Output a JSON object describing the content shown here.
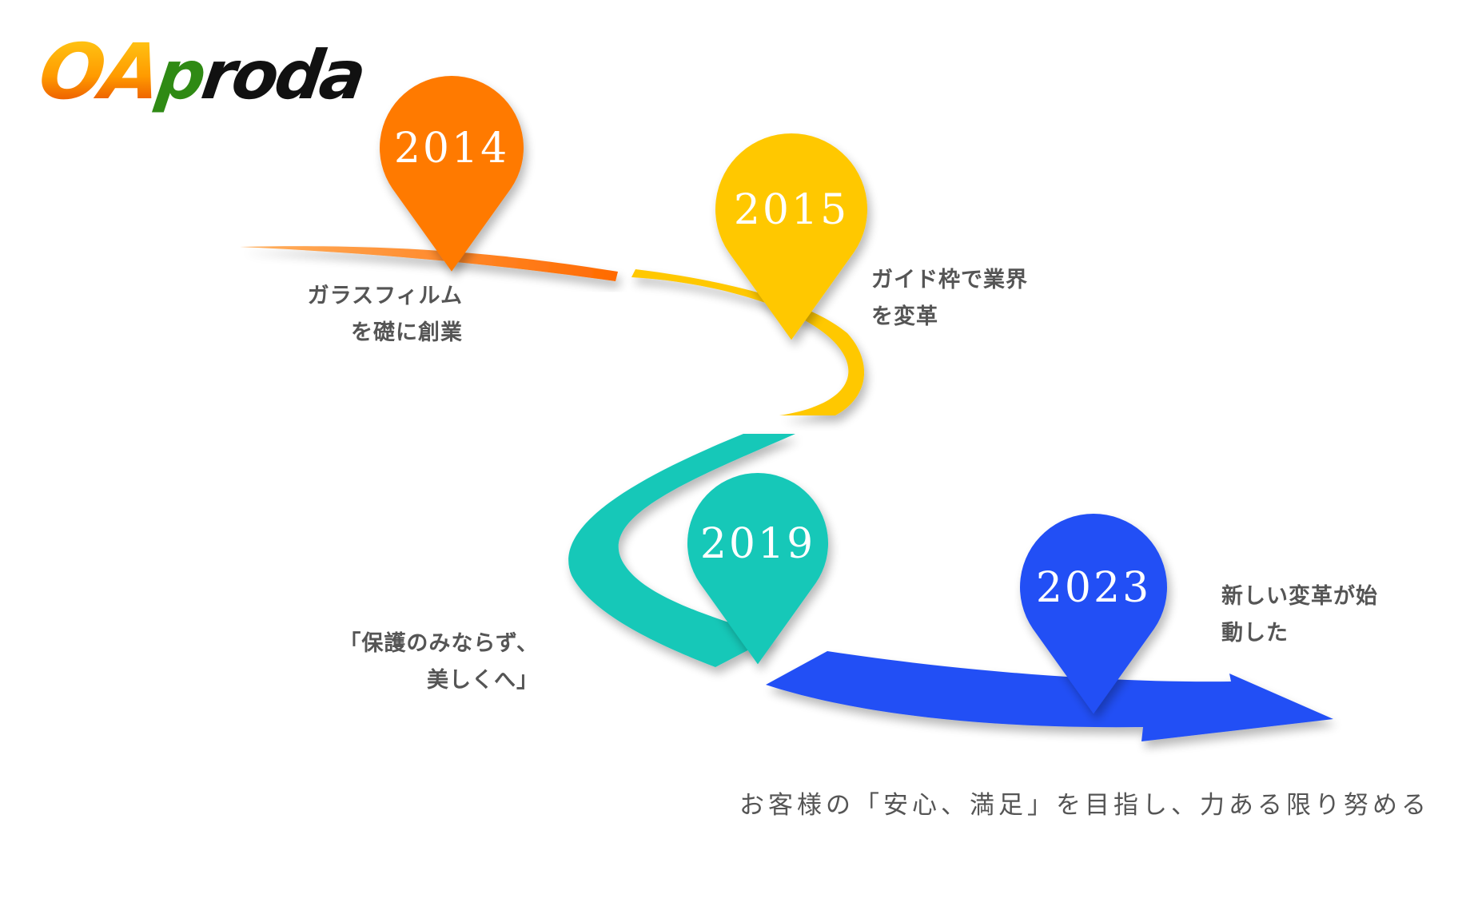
{
  "logo": {
    "part1": "OA",
    "part2_p": "p",
    "part2_rest": "roda"
  },
  "milestones": [
    {
      "year": "2014",
      "color": "#ff7a00",
      "lines": [
        "ガラスフィルム",
        "を礎に創業"
      ]
    },
    {
      "year": "2015",
      "color": "#ffc800",
      "lines": [
        "ガイド枠で業界",
        "を変革"
      ]
    },
    {
      "year": "2019",
      "color": "#12c8b8",
      "lines": [
        "「保護のみならず、",
        "美しくへ」"
      ]
    },
    {
      "year": "2023",
      "color": "#2350f5",
      "lines": [
        "新しい変革が始",
        "動した"
      ]
    }
  ],
  "motto": "お客様の「安心、満足」を目指し、力ある限り努める"
}
